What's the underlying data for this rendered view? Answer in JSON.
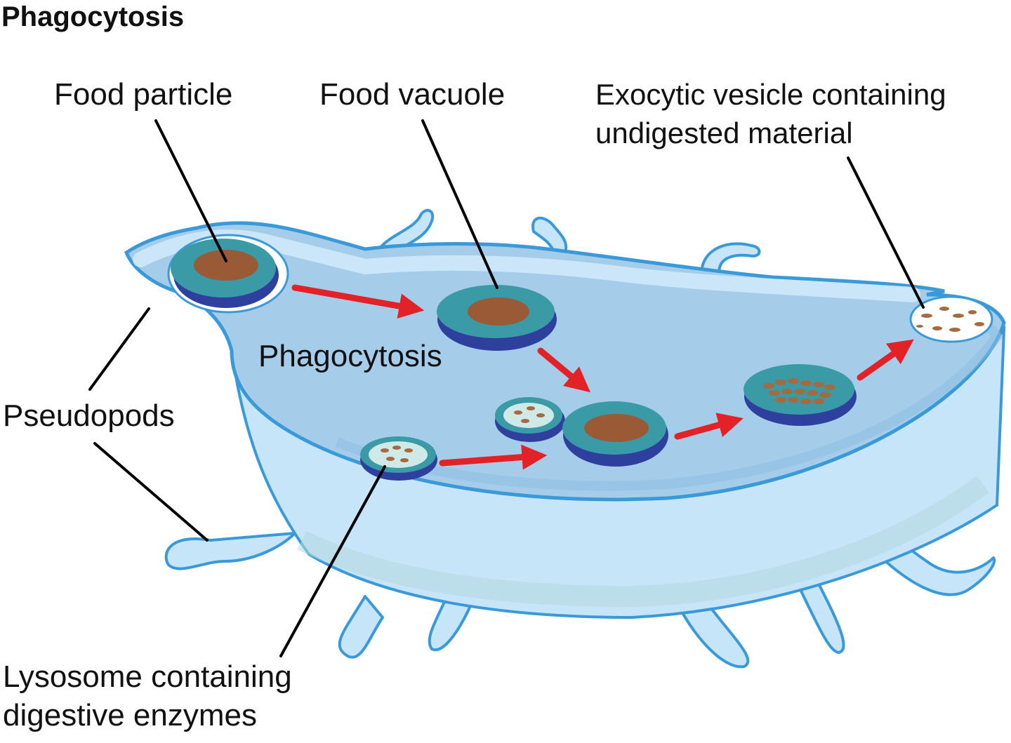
{
  "title": "Phagocytosis",
  "labels": {
    "food_particle": "Food particle",
    "food_vacuole": "Food vacuole",
    "exocytic_line1": "Exocytic vesicle containing",
    "exocytic_line2": "undigested material",
    "phagocytosis": "Phagocytosis",
    "pseudopods": "Pseudopods",
    "lysosome_line1": "Lysosome containing",
    "lysosome_line2": "digestive enzymes"
  },
  "colors": {
    "cell_fill": "#9ec9ea",
    "cell_outline": "#3a9ad9",
    "membrane_light": "#cfe9f9",
    "vacuole_teal": "#3a9aa6",
    "vacuole_blue": "#2e3f9e",
    "food_brown": "#9a5a36",
    "arrow_red": "#e32227",
    "leader_line": "#000000"
  }
}
